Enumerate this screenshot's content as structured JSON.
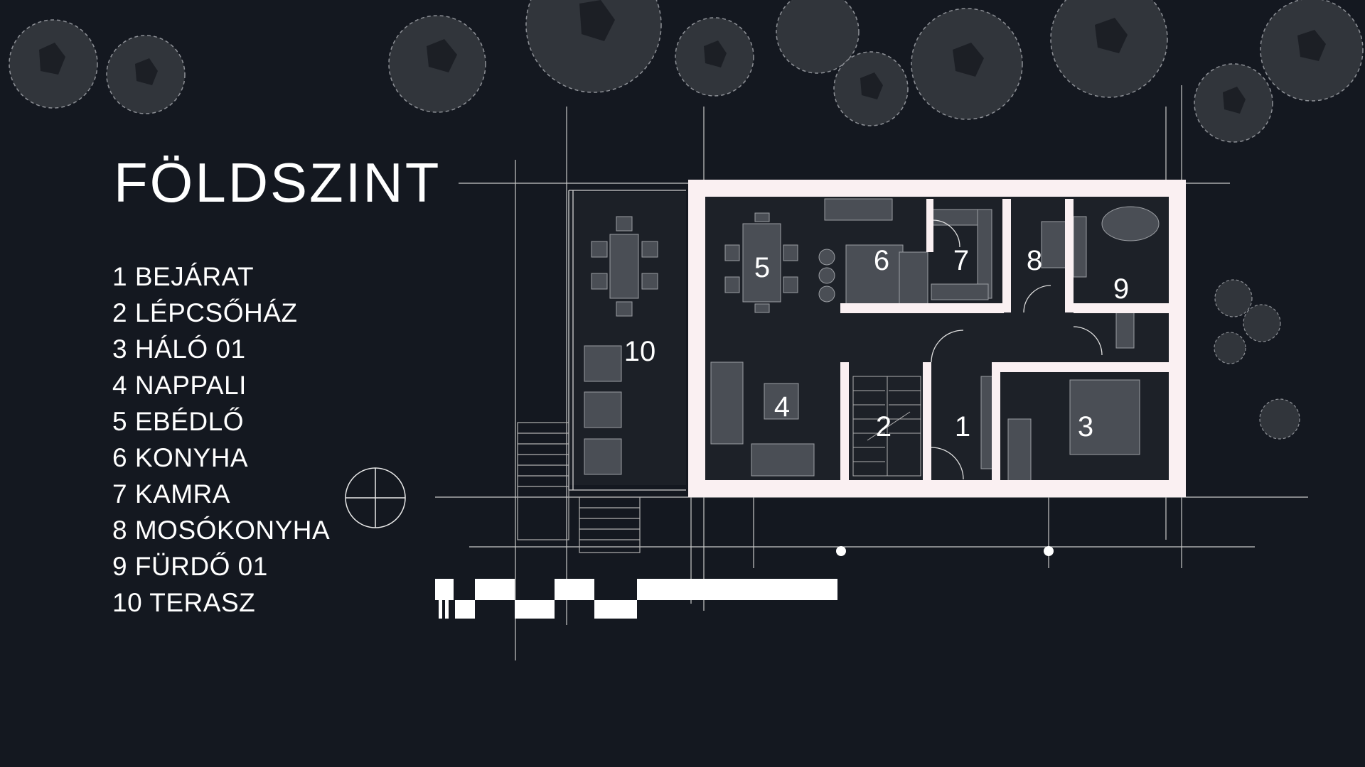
{
  "title": "FÖLDSZINT",
  "rooms": [
    {
      "number": "1",
      "name": "BEJÁRAT"
    },
    {
      "number": "2",
      "name": "LÉPCSŐHÁZ"
    },
    {
      "number": "3",
      "name": "HÁLÓ 01"
    },
    {
      "number": "4",
      "name": "NAPPALI"
    },
    {
      "number": "5",
      "name": "EBÉDLŐ"
    },
    {
      "number": "6",
      "name": "KONYHA"
    },
    {
      "number": "7",
      "name": "KAMRA"
    },
    {
      "number": "8",
      "name": "MOSÓKONYHA"
    },
    {
      "number": "9",
      "name": "FÜRDŐ 01"
    },
    {
      "number": "10",
      "name": "TERASZ"
    }
  ],
  "colors": {
    "background": "#141820",
    "walls": "#faf0f2",
    "furniture": "#4a4e55",
    "lines": "#d8d8d8"
  }
}
